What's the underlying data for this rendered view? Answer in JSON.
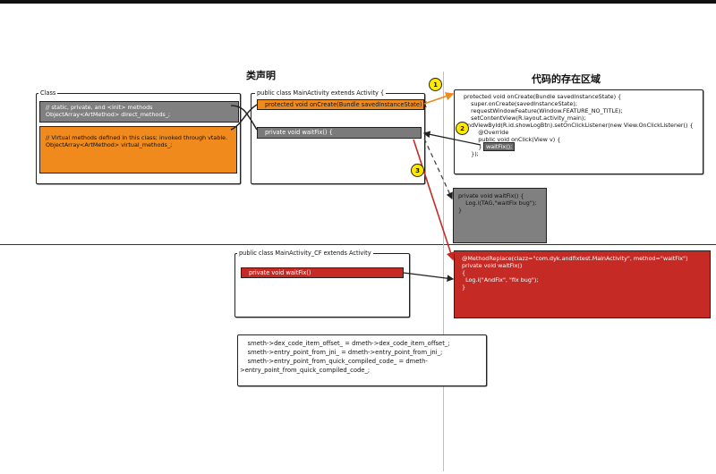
{
  "headings": {
    "left": "类声明",
    "right": "代码的存在区域"
  },
  "class_box": {
    "title": "Class",
    "direct": "// static, private, and <init> methods\nObjectArray<ArtMethod> direct_methods_;",
    "virtual": "// Virtual methods defined in this class; invoked through vtable.\nObjectArray<ArtMethod> virtual_methods_;"
  },
  "main_activity": {
    "title": "public class MainActivity extends Activity {",
    "on_create": "protected void onCreate(Bundle savedInstanceState) {",
    "wait_fix": "private void waitFix() {"
  },
  "on_create_code": {
    "lines": [
      "protected void onCreate(Bundle savedInstanceState) {",
      "    super.onCreate(savedInstanceState);",
      "    requestWindowFeature(Window.FEATURE_NO_TITLE);",
      "    setContentView(R.layout.activity_main);",
      "findViewById(R.id.showLogBtn).setOnClickListener(new View.OnClickListener() {",
      "        @Override",
      "        public void onClick(View v) {",
      "",
      "        }",
      "    });"
    ],
    "call_label": "waitFix();"
  },
  "wait_fix_code": "private void waitFix() {\n    Log.i(TAG,\"waitFix bug\");\n}",
  "cf_box": {
    "title": "public class MainActivity_CF extends Activity",
    "wait_fix": "private void waitFix()"
  },
  "patch_code": {
    "annotation": "@MethodReplace(clazz=\"com.dyk.andfixtest.MainActivity\", method=\"waitFix\")",
    "body": "private void waitFix()\n{\n  Log.i(\"AndFix\", \"fix bug\");\n}"
  },
  "replace_code": "    smeth->dex_code_item_offset_ = dmeth->dex_code_item_offset_;\n    smeth->entry_point_from_jni_ = dmeth->entry_point_from_jni_;\n    smeth->entry_point_from_quick_compiled_code_ = dmeth-\n>entry_point_from_quick_compiled_code_;",
  "badges": [
    "1",
    "2",
    "3"
  ],
  "colors": {
    "orange": "#f08a1c",
    "gray": "#808080",
    "dark_gray": "#6a6a6a",
    "red": "#c62a24",
    "divider": "#f0b860",
    "badge": "#ffe800"
  }
}
